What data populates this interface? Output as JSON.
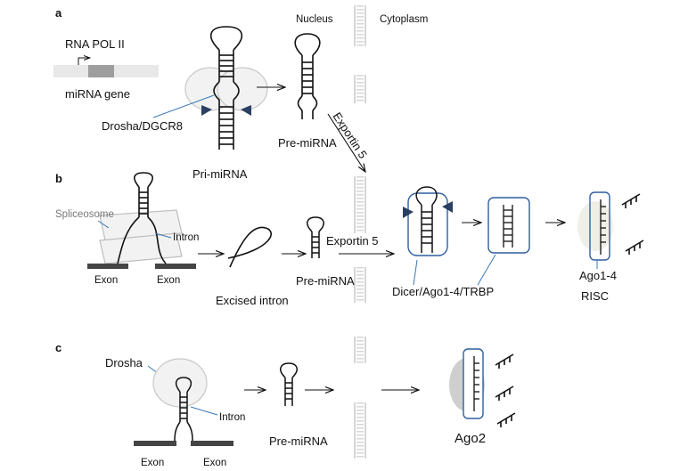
{
  "panels": {
    "a": "a",
    "b": "b",
    "c": "c"
  },
  "compartments": {
    "nucleus": "Nucleus",
    "cytoplasm": "Cytoplasm"
  },
  "panel_a": {
    "rna_pol": "RNA POL II",
    "gene": "miRNA gene",
    "drosha": "Drosha/DGCR8",
    "pri_mirna": "Pri-miRNA",
    "pre_mirna": "Pre-miRNA",
    "exportin": "Exportin 5"
  },
  "panel_b": {
    "spliceosome": "Spliceosome",
    "intron": "Intron",
    "exon_left": "Exon",
    "exon_right": "Exon",
    "excised_intron": "Excised intron",
    "pre_mirna": "Pre-miRNA",
    "exportin": "Exportin 5",
    "dicer": "Dicer/Ago1-4/TRBP",
    "ago": "Ago1-4",
    "risc": "RISC"
  },
  "panel_c": {
    "drosha": "Drosha",
    "intron": "Intron",
    "exon_left": "Exon",
    "exon_right": "Exon",
    "pre_mirna": "Pre-miRNA",
    "ago2": "Ago2"
  },
  "colors": {
    "stroke": "#111111",
    "pointer_line": "#3a78b6",
    "boxes": "#2f5f9e",
    "protein_fill": "#ececec",
    "protein_edge": "#bdbdbd",
    "membrane": "#c4c4c4",
    "risc_halo": "#f0efe6",
    "ago2_halo": "#cfcfcf",
    "triangles": "#2b3f63"
  }
}
